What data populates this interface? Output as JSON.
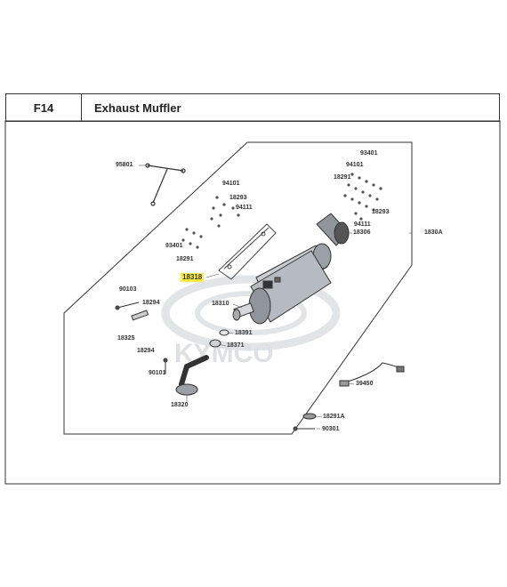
{
  "header": {
    "code": "F14",
    "title": "Exhaust Muffler"
  },
  "brand": {
    "watermark": "KYMCO"
  },
  "highlight_color": "#ffec3d",
  "parts": [
    {
      "id": "p95801",
      "text": "95801"
    },
    {
      "id": "p94101a",
      "text": "94101"
    },
    {
      "id": "p18293a",
      "text": "18293"
    },
    {
      "id": "p94111a",
      "text": "94111"
    },
    {
      "id": "p93401a",
      "text": "93401"
    },
    {
      "id": "p18291a",
      "text": "18291"
    },
    {
      "id": "p18318",
      "text": "18318",
      "highlight": true
    },
    {
      "id": "p90103",
      "text": "90103"
    },
    {
      "id": "p18294a",
      "text": "18294"
    },
    {
      "id": "p18325",
      "text": "18325"
    },
    {
      "id": "p18294b",
      "text": "18294"
    },
    {
      "id": "p90101",
      "text": "90101"
    },
    {
      "id": "p18320",
      "text": "18320"
    },
    {
      "id": "p18310",
      "text": "18310"
    },
    {
      "id": "p18391",
      "text": "18391"
    },
    {
      "id": "p18371",
      "text": "18371"
    },
    {
      "id": "p93401b",
      "text": "93401"
    },
    {
      "id": "p94101b",
      "text": "94101"
    },
    {
      "id": "p18291b",
      "text": "18291"
    },
    {
      "id": "p18293b",
      "text": "18293"
    },
    {
      "id": "p94111b",
      "text": "94111"
    },
    {
      "id": "p18306",
      "text": "18306"
    },
    {
      "id": "p1830A",
      "text": "1830A"
    },
    {
      "id": "p39450",
      "text": "39450"
    },
    {
      "id": "p18291A",
      "text": "18291A"
    },
    {
      "id": "p90301",
      "text": "90301"
    }
  ]
}
